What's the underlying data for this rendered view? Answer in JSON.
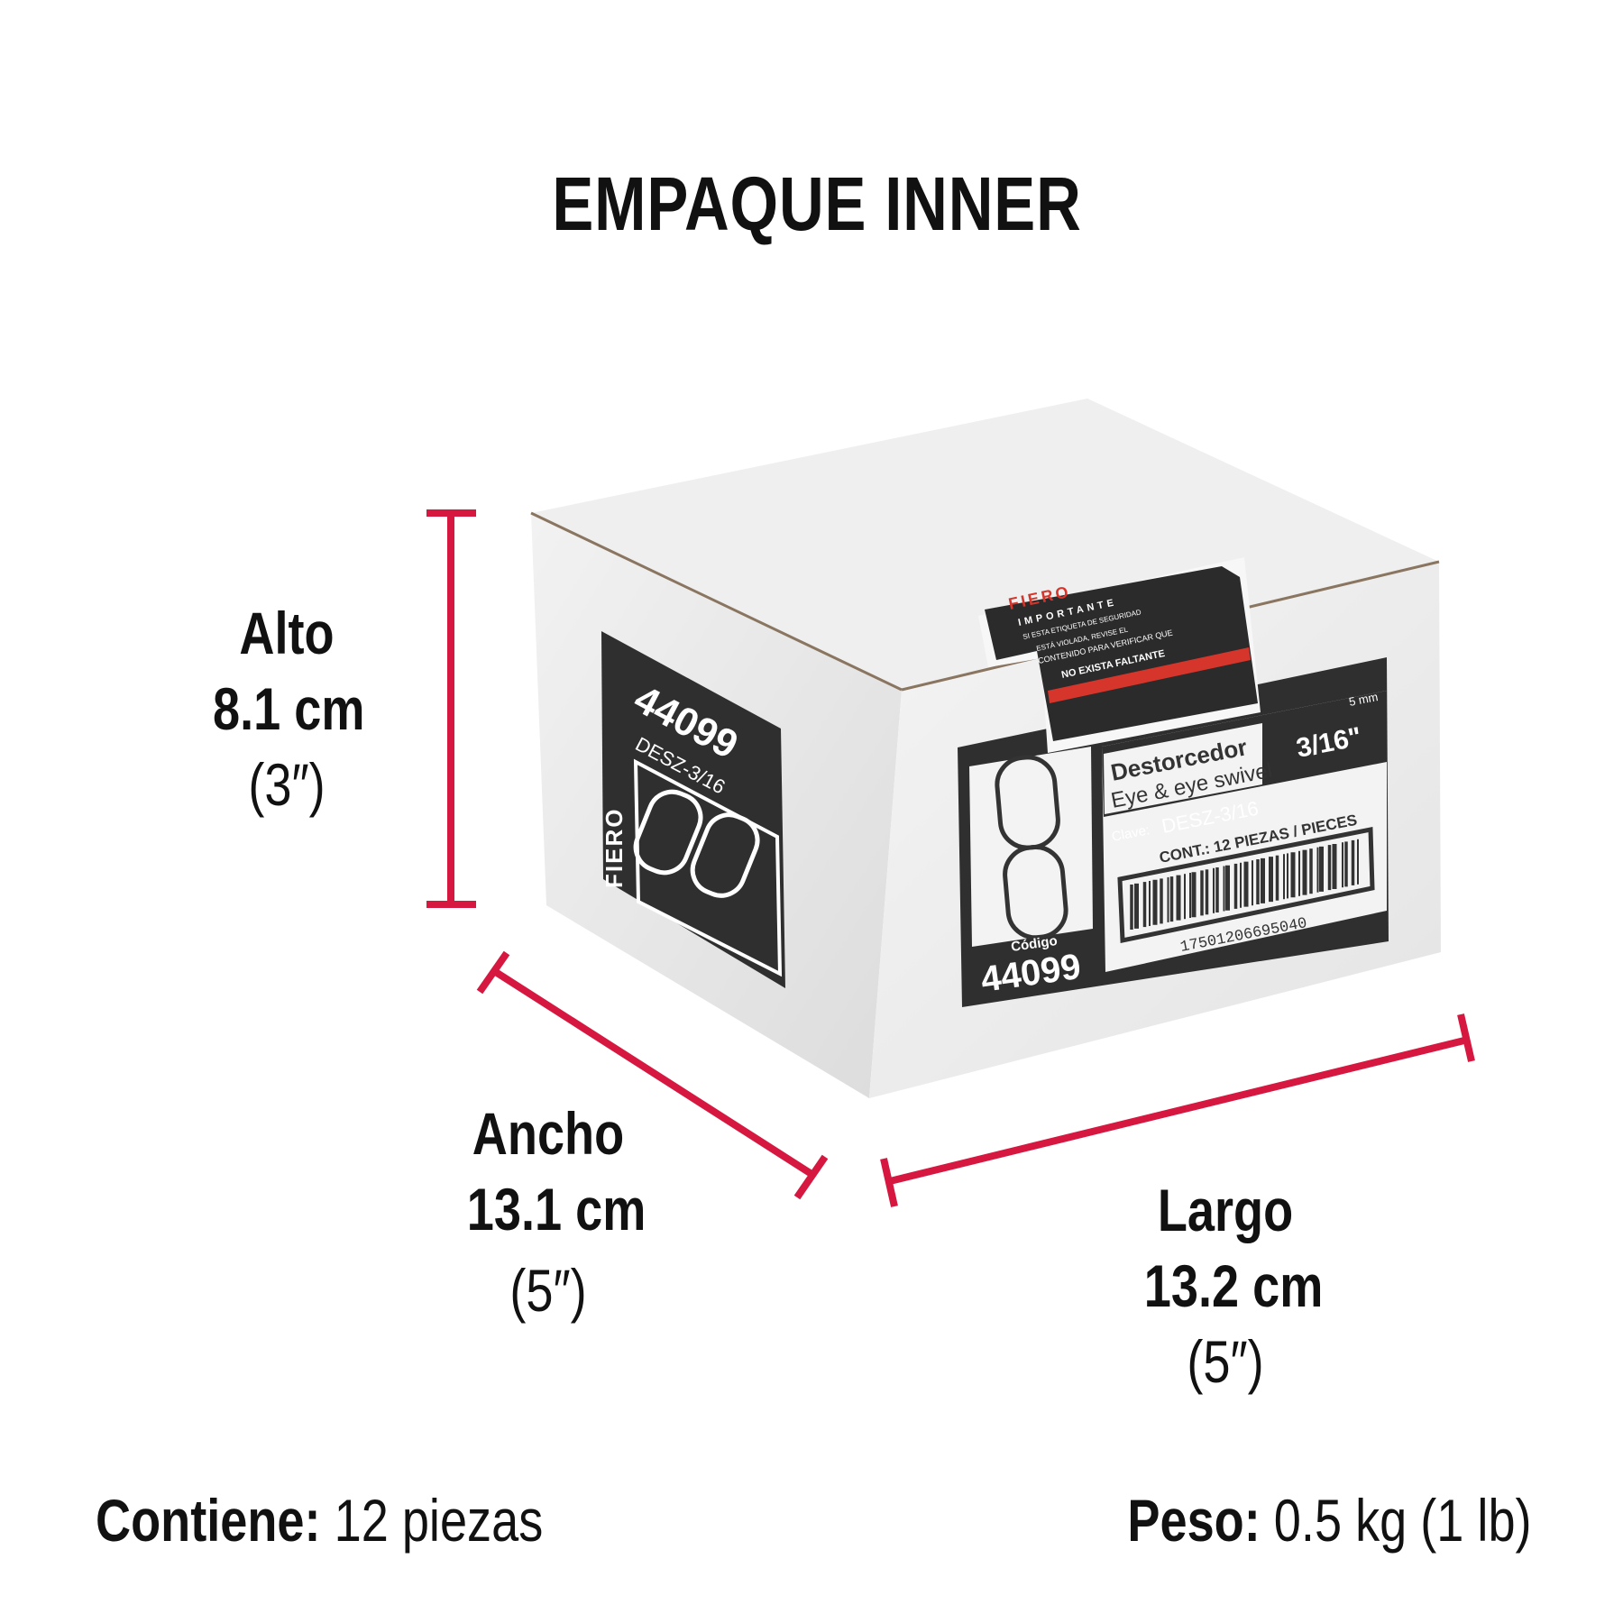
{
  "title": "EMPAQUE INNER",
  "colors": {
    "accent": "#d6173f",
    "label_dark": "#2b2b2b",
    "box_white": "#eeeeee"
  },
  "dimensions": {
    "alto": {
      "label": "Alto",
      "metric": "8.1 cm",
      "imperial": "(3″)"
    },
    "ancho": {
      "label": "Ancho",
      "metric": "13.1 cm",
      "imperial": "(5″)"
    },
    "largo": {
      "label": "Largo",
      "metric": "13.2 cm",
      "imperial": "(5″)"
    }
  },
  "footer": {
    "contiene_label": "Contiene:",
    "contiene_value": "12 piezas",
    "peso_label": "Peso:",
    "peso_value": "0.5 kg (1 lb)"
  },
  "box": {
    "side_code": "44099",
    "side_brand": "FIERO",
    "side_clave": "DESZ-3/16",
    "seal_brand": "FIERO",
    "seal_title": "IMPORTANTE",
    "seal_line1": "SI ESTA ETIQUETA DE SEGURIDAD",
    "seal_line2": "ESTÁ VIOLADA, REVISE EL",
    "seal_line3": "CONTENIDO PARA VERIFICAR QUE",
    "seal_line4": "NO EXISTA FALTANTE",
    "size_mm": "5 mm",
    "size_in": "3/16\"",
    "product_es": "Destorcedor",
    "product_en": "Eye & eye swivel",
    "clave_label": "Clave:",
    "clave": "DESZ-3/16",
    "contents": "CONT.: 12 PIEZAS / PIECES",
    "barcode": "17501206695040",
    "codigo_label": "Código",
    "codigo": "44099"
  }
}
